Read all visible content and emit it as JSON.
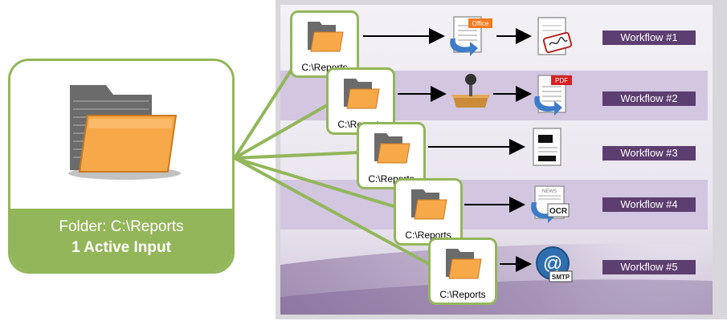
{
  "source": {
    "folder_label": "Folder: C:\\Reports",
    "active_inputs": "1 Active Input"
  },
  "workflows": [
    {
      "input_label": "C:\\Reports",
      "badge": "Workflow #1",
      "icons": [
        "office-document-icon",
        "signed-document-icon"
      ],
      "badge_text": "Office"
    },
    {
      "input_label": "C:\\Reports",
      "badge": "Workflow #2",
      "icons": [
        "joystick-icon",
        "pdf-document-icon"
      ],
      "badge_text": "PDF"
    },
    {
      "input_label": "C:\\Reports",
      "badge": "Workflow #3",
      "icons": [
        "redacted-document-icon"
      ]
    },
    {
      "input_label": "C:\\Reports",
      "badge": "Workflow #4",
      "icons": [
        "ocr-newspaper-icon"
      ],
      "badge_text": "OCR",
      "sub_text": "NEWS"
    },
    {
      "input_label": "C:\\Reports",
      "badge": "Workflow #5",
      "icons": [
        "smtp-email-icon"
      ],
      "badge_text": "SMTP"
    }
  ],
  "colors": {
    "accent_green": "#93b65a",
    "badge_purple": "#5d3e70",
    "band_lavender": "#d2c6e0",
    "folder_orange": "#f7a848"
  }
}
